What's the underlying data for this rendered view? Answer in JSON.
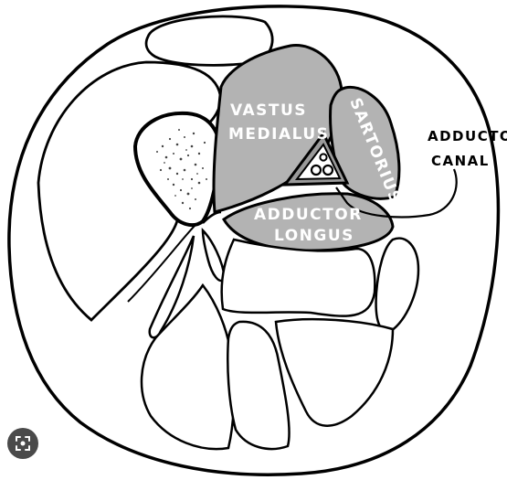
{
  "labels": {
    "vastus_medialis_line1": "VASTUS",
    "vastus_medialis_line2": "MEDIALUS",
    "sartorius": "SARTORIUS",
    "adductor_longus_line1": "ADDUCTOR",
    "adductor_longus_line2": "LONGUS",
    "adductor_canal_line1": "ADDUCTOR",
    "adductor_canal_line2": "CANAL"
  },
  "colors": {
    "outline": "#000000",
    "muscle_fill": "#b3b3b3",
    "background": "#ffffff",
    "lens_button": "#4a4a4a"
  },
  "icons": {
    "lens_button": "visual-search-icon"
  }
}
